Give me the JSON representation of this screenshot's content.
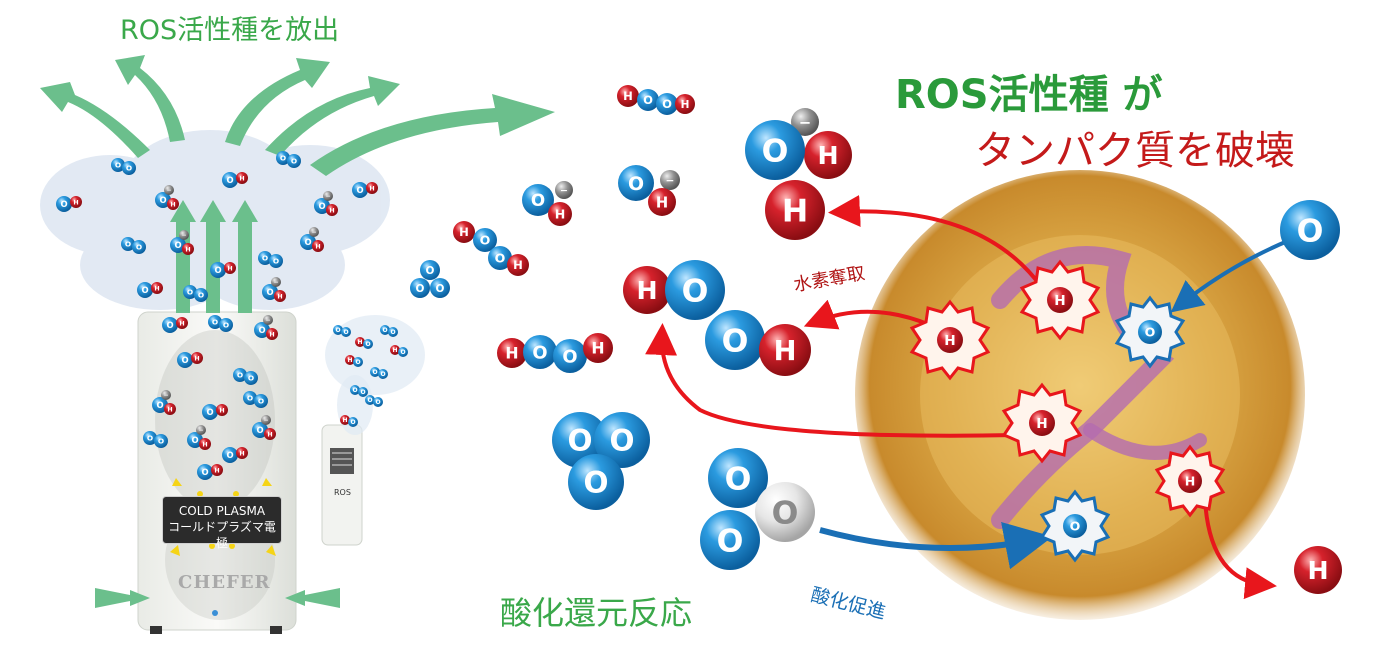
{
  "labels": {
    "release": "ROS活性種を放出",
    "ros_title": "ROS活性種 が",
    "protein": "タンパク質を破壊",
    "hydrogen_abstraction": "水素奪取",
    "oxidation_promotion": "酸化促進",
    "redox": "酸化還元反応"
  },
  "device": {
    "electrode_line1": "COLD PLASMA",
    "electrode_line2": "コールドプラズマ電極",
    "brand": "CHEFER",
    "small_brand": "ROS"
  },
  "atoms": {
    "oxygen": "O",
    "hydrogen": "H",
    "minus": "−"
  },
  "colors": {
    "oxygen": "#1f8fd6",
    "hydrogen": "#d21f2a",
    "electron": "#9a9a9a",
    "green_arrow": "#6bbf8c",
    "red_arrow": "#e8161c",
    "blue_arrow": "#1a6fb5",
    "title_green": "#2a9a3a",
    "title_red": "#c41a1a"
  }
}
